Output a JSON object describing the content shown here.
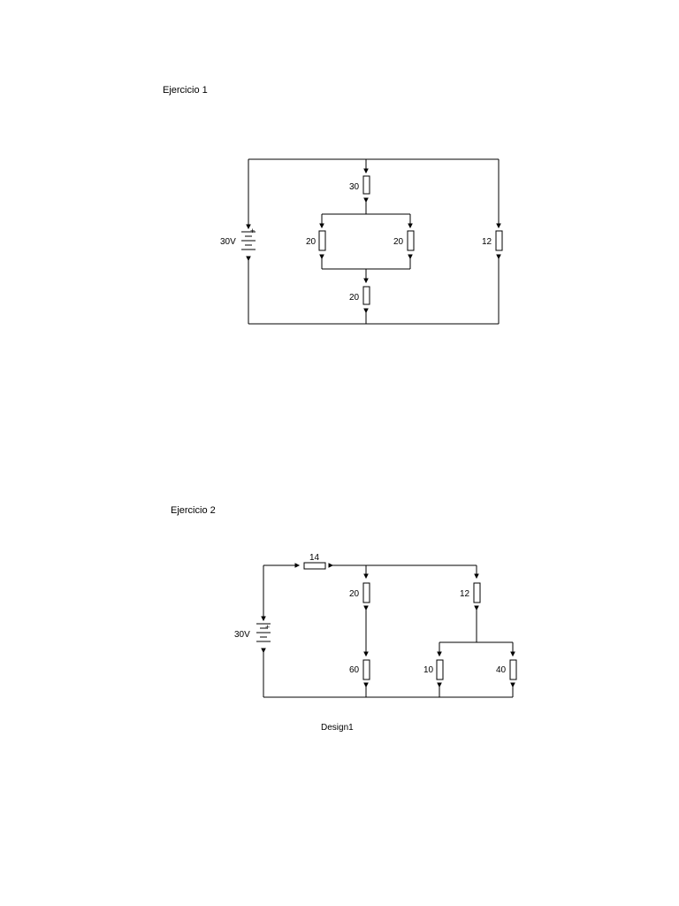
{
  "exercise1": {
    "title": "Ejercicio 1",
    "source_label": "30V",
    "resistors": {
      "top": "30",
      "left": "20",
      "right": "20",
      "far_right": "12",
      "bottom": "20"
    }
  },
  "exercise2": {
    "title": "Ejercicio 2",
    "source_label": "30V",
    "resistors": {
      "series": "14",
      "mid_top": "20",
      "mid_bottom": "60",
      "right_top": "12",
      "right_left": "10",
      "right_right": "40"
    }
  },
  "design_label": "Design1",
  "colors": {
    "wire": "#000000",
    "background": "#ffffff"
  }
}
